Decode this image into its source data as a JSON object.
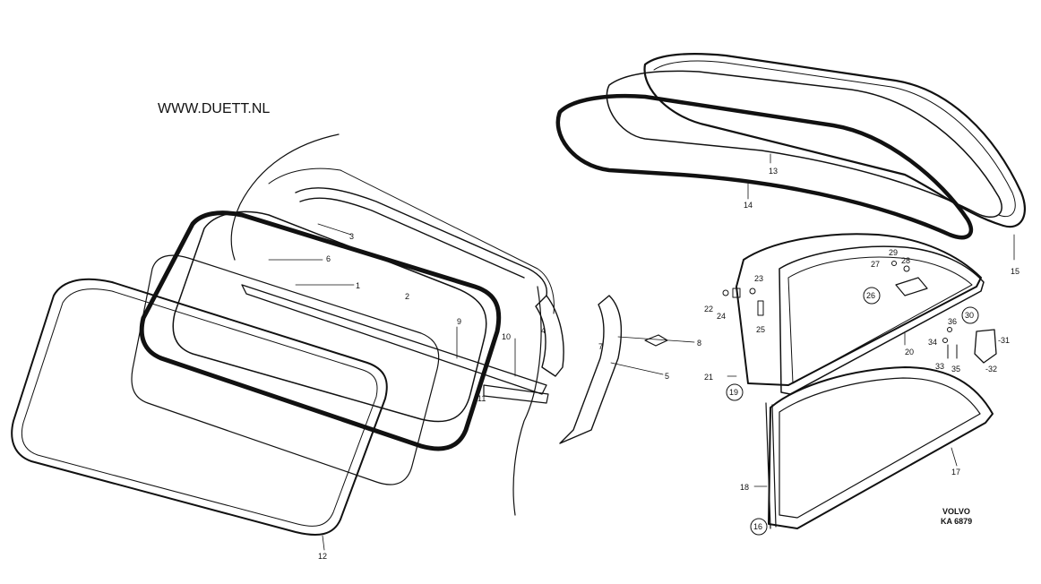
{
  "watermark": "WWW.DUETT.NL",
  "stamp": {
    "line1": "VOLVO",
    "line2": "KA 6879"
  },
  "colors": {
    "ink": "#111111",
    "paper": "#ffffff"
  },
  "parts": [
    {
      "id": "1",
      "label": "1"
    },
    {
      "id": "2",
      "label": "2"
    },
    {
      "id": "3",
      "label": "3"
    },
    {
      "id": "4",
      "label": "4"
    },
    {
      "id": "5",
      "label": "5"
    },
    {
      "id": "6",
      "label": "6"
    },
    {
      "id": "7",
      "label": "7"
    },
    {
      "id": "8",
      "label": "8"
    },
    {
      "id": "9",
      "label": "9"
    },
    {
      "id": "10",
      "label": "10"
    },
    {
      "id": "11",
      "label": "11"
    },
    {
      "id": "12",
      "label": "12"
    },
    {
      "id": "13",
      "label": "13"
    },
    {
      "id": "14",
      "label": "14"
    },
    {
      "id": "15",
      "label": "15"
    },
    {
      "id": "16",
      "label": "16"
    },
    {
      "id": "17",
      "label": "17"
    },
    {
      "id": "18",
      "label": "18"
    },
    {
      "id": "19",
      "label": "19"
    },
    {
      "id": "20",
      "label": "20"
    },
    {
      "id": "21",
      "label": "21"
    },
    {
      "id": "22",
      "label": "22"
    },
    {
      "id": "23",
      "label": "23"
    },
    {
      "id": "24",
      "label": "24"
    },
    {
      "id": "25",
      "label": "25"
    },
    {
      "id": "26",
      "label": "26"
    },
    {
      "id": "27",
      "label": "27"
    },
    {
      "id": "28",
      "label": "28"
    },
    {
      "id": "29",
      "label": "29"
    },
    {
      "id": "30",
      "label": "30"
    },
    {
      "id": "31",
      "label": "-31"
    },
    {
      "id": "32",
      "label": "-32"
    },
    {
      "id": "33",
      "label": "33"
    },
    {
      "id": "34",
      "label": "34"
    },
    {
      "id": "35",
      "label": "35"
    },
    {
      "id": "36",
      "label": "36"
    }
  ]
}
